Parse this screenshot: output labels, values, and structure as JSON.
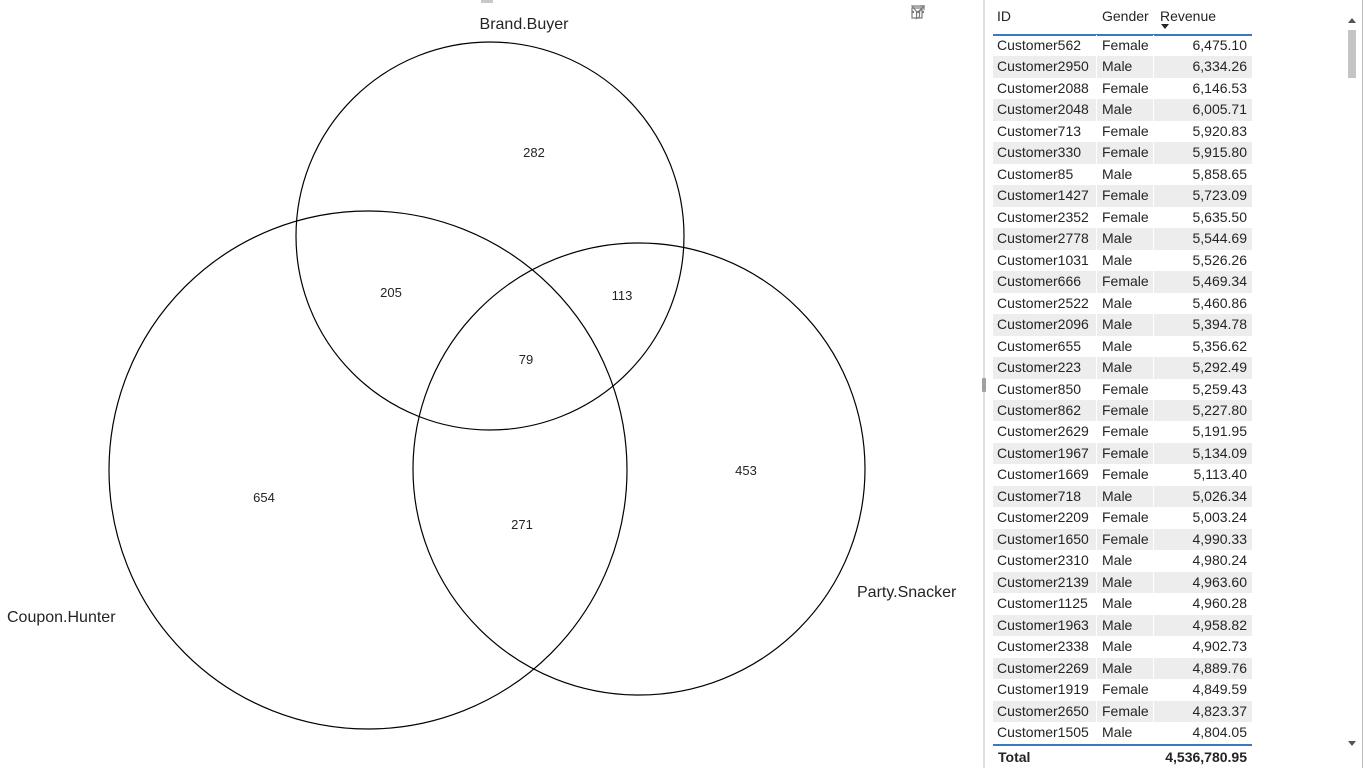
{
  "venn": {
    "sets": [
      {
        "name": "Brand.Buyer"
      },
      {
        "name": "Coupon.Hunter"
      },
      {
        "name": "Party.Snacker"
      }
    ],
    "regions": [
      {
        "sets": [
          "Brand.Buyer"
        ],
        "count": "282"
      },
      {
        "sets": [
          "Coupon.Hunter"
        ],
        "count": "654"
      },
      {
        "sets": [
          "Party.Snacker"
        ],
        "count": "453"
      },
      {
        "sets": [
          "Brand.Buyer",
          "Coupon.Hunter"
        ],
        "count": "205"
      },
      {
        "sets": [
          "Brand.Buyer",
          "Party.Snacker"
        ],
        "count": "113"
      },
      {
        "sets": [
          "Coupon.Hunter",
          "Party.Snacker"
        ],
        "count": "271"
      },
      {
        "sets": [
          "Brand.Buyer",
          "Coupon.Hunter",
          "Party.Snacker"
        ],
        "count": "79"
      }
    ]
  },
  "visual_header": {
    "icons": [
      "filter-icon",
      "focus-mode-icon",
      "more-options-icon"
    ]
  },
  "table": {
    "columns": {
      "id": "ID",
      "gender": "Gender",
      "revenue": "Revenue"
    },
    "sort": {
      "column": "Revenue",
      "direction": "descending"
    },
    "rows": [
      {
        "id": "Customer562",
        "gender": "Female",
        "revenue": "6,475.10"
      },
      {
        "id": "Customer2950",
        "gender": "Male",
        "revenue": "6,334.26"
      },
      {
        "id": "Customer2088",
        "gender": "Female",
        "revenue": "6,146.53"
      },
      {
        "id": "Customer2048",
        "gender": "Male",
        "revenue": "6,005.71"
      },
      {
        "id": "Customer713",
        "gender": "Female",
        "revenue": "5,920.83"
      },
      {
        "id": "Customer330",
        "gender": "Female",
        "revenue": "5,915.80"
      },
      {
        "id": "Customer85",
        "gender": "Male",
        "revenue": "5,858.65"
      },
      {
        "id": "Customer1427",
        "gender": "Female",
        "revenue": "5,723.09"
      },
      {
        "id": "Customer2352",
        "gender": "Female",
        "revenue": "5,635.50"
      },
      {
        "id": "Customer2778",
        "gender": "Male",
        "revenue": "5,544.69"
      },
      {
        "id": "Customer1031",
        "gender": "Male",
        "revenue": "5,526.26"
      },
      {
        "id": "Customer666",
        "gender": "Female",
        "revenue": "5,469.34"
      },
      {
        "id": "Customer2522",
        "gender": "Male",
        "revenue": "5,460.86"
      },
      {
        "id": "Customer2096",
        "gender": "Male",
        "revenue": "5,394.78"
      },
      {
        "id": "Customer655",
        "gender": "Male",
        "revenue": "5,356.62"
      },
      {
        "id": "Customer223",
        "gender": "Male",
        "revenue": "5,292.49"
      },
      {
        "id": "Customer850",
        "gender": "Female",
        "revenue": "5,259.43"
      },
      {
        "id": "Customer862",
        "gender": "Female",
        "revenue": "5,227.80"
      },
      {
        "id": "Customer2629",
        "gender": "Female",
        "revenue": "5,191.95"
      },
      {
        "id": "Customer1967",
        "gender": "Female",
        "revenue": "5,134.09"
      },
      {
        "id": "Customer1669",
        "gender": "Female",
        "revenue": "5,113.40"
      },
      {
        "id": "Customer718",
        "gender": "Male",
        "revenue": "5,026.34"
      },
      {
        "id": "Customer2209",
        "gender": "Female",
        "revenue": "5,003.24"
      },
      {
        "id": "Customer1650",
        "gender": "Female",
        "revenue": "4,990.33"
      },
      {
        "id": "Customer2310",
        "gender": "Male",
        "revenue": "4,980.24"
      },
      {
        "id": "Customer2139",
        "gender": "Male",
        "revenue": "4,963.60"
      },
      {
        "id": "Customer1125",
        "gender": "Male",
        "revenue": "4,960.28"
      },
      {
        "id": "Customer1963",
        "gender": "Male",
        "revenue": "4,958.82"
      },
      {
        "id": "Customer2338",
        "gender": "Male",
        "revenue": "4,902.73"
      },
      {
        "id": "Customer2269",
        "gender": "Male",
        "revenue": "4,889.76"
      },
      {
        "id": "Customer1919",
        "gender": "Female",
        "revenue": "4,849.59"
      },
      {
        "id": "Customer2650",
        "gender": "Female",
        "revenue": "4,823.37"
      },
      {
        "id": "Customer1505",
        "gender": "Male",
        "revenue": "4,804.05"
      }
    ],
    "total": {
      "label": "Total",
      "value": "4,536,780.95"
    }
  }
}
